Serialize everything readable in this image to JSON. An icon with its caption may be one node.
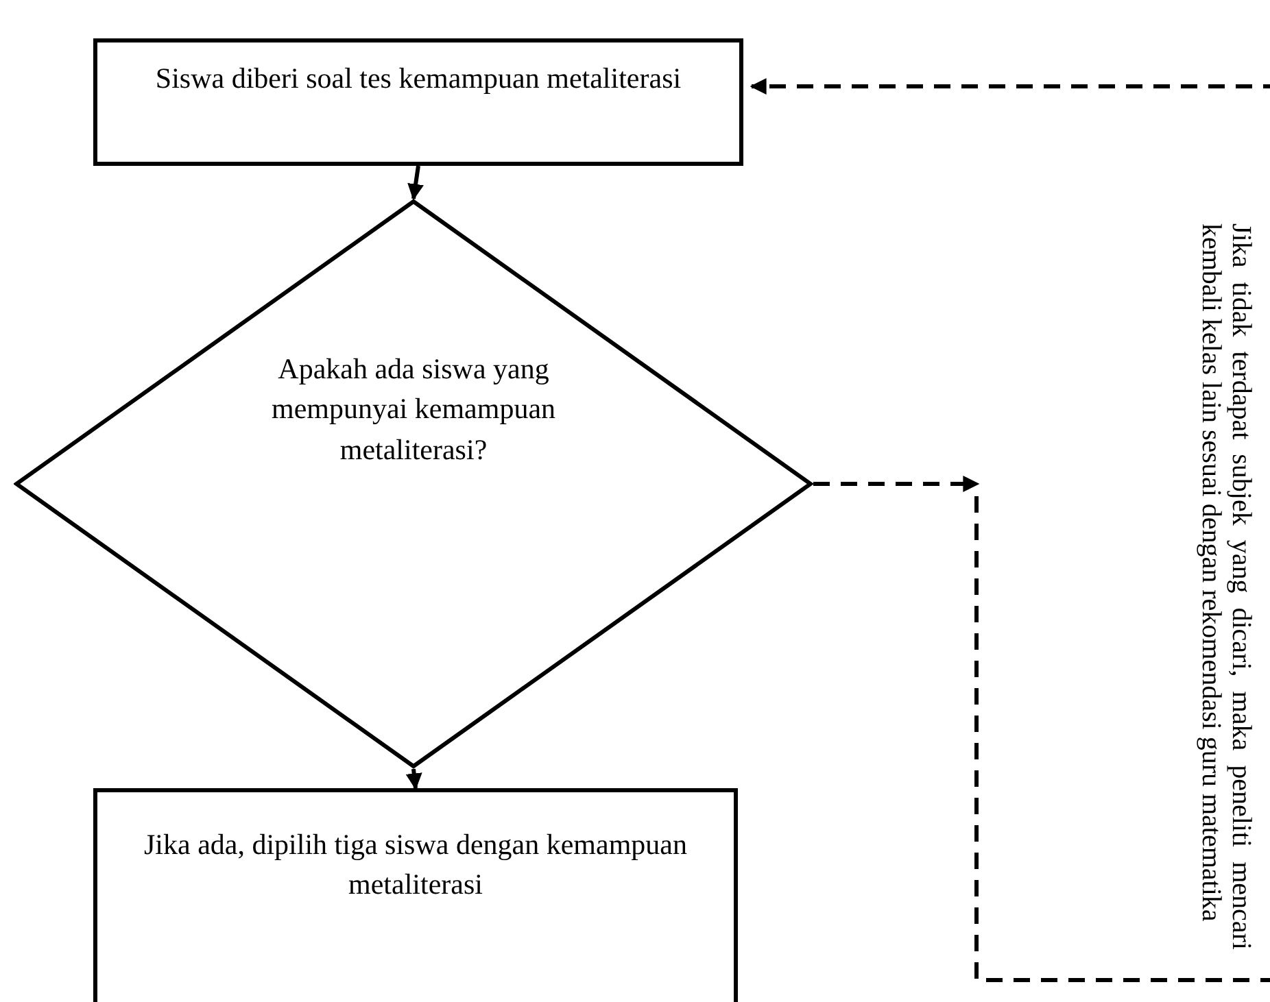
{
  "diagram": {
    "nodes": [
      {
        "text": [
          "Siswa diberi soal tes kemampuan metaliterasi"
        ]
      },
      {
        "text": [
          "Apakah ada siswa yang mempunyai kemampuan metaliterasi?"
        ]
      },
      {
        "text": [
          "Jika ada, dipilih tiga siswa dengan kemampuan metaliterasi"
        ]
      }
    ],
    "edges": [
      {
        "from": 0,
        "to": 1,
        "arrow": "to"
      },
      {
        "from": 1,
        "to": 2,
        "arrow": "to"
      },
      {
        "from": 1,
        "to": null,
        "arrow": "to",
        "style": "dashed"
      },
      {
        "from": null,
        "to": 0,
        "arrow": "to",
        "style": "dashed",
        "label": "Jika tidak terdapat subjek yang dicari, maka peneliti mencari kembali kelas lain sesuai dengan rekomendasi guru matematika"
      }
    ]
  }
}
